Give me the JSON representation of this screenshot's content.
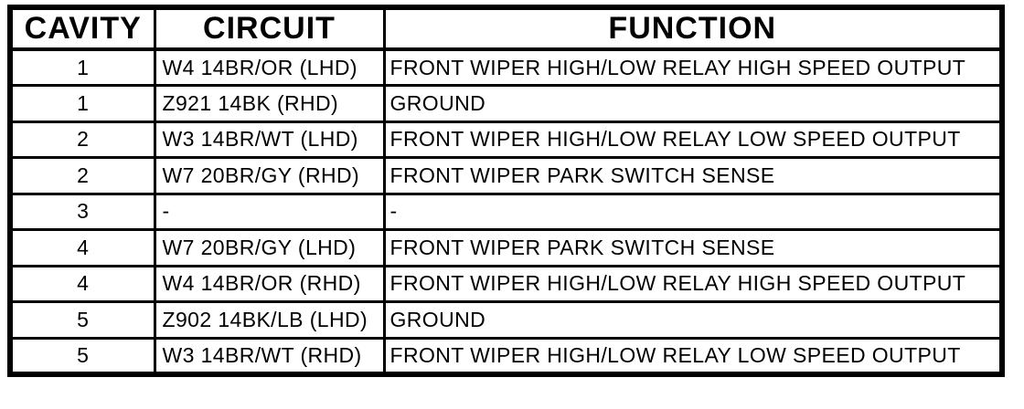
{
  "document": {
    "type_label": "connector-pinout-table"
  },
  "colors": {
    "background": "#ffffff",
    "border": "#000000",
    "text": "#000000"
  },
  "table": {
    "headers": {
      "cavity": "CAVITY",
      "circuit": "CIRCUIT",
      "function": "FUNCTION"
    },
    "rows": [
      {
        "cavity": "1",
        "circuit": "W4 14BR/OR (LHD)",
        "function": "FRONT WIPER HIGH/LOW RELAY HIGH SPEED OUTPUT"
      },
      {
        "cavity": "1",
        "circuit": "Z921 14BK (RHD)",
        "function": "GROUND"
      },
      {
        "cavity": "2",
        "circuit": "W3 14BR/WT (LHD)",
        "function": "FRONT WIPER HIGH/LOW RELAY LOW SPEED OUTPUT"
      },
      {
        "cavity": "2",
        "circuit": "W7 20BR/GY (RHD)",
        "function": "FRONT WIPER PARK SWITCH SENSE"
      },
      {
        "cavity": "3",
        "circuit": "-",
        "function": "-"
      },
      {
        "cavity": "4",
        "circuit": "W7 20BR/GY (LHD)",
        "function": "FRONT WIPER PARK SWITCH SENSE"
      },
      {
        "cavity": "4",
        "circuit": "W4 14BR/OR (RHD)",
        "function": "FRONT WIPER HIGH/LOW RELAY HIGH SPEED OUTPUT"
      },
      {
        "cavity": "5",
        "circuit": "Z902 14BK/LB (LHD)",
        "function": "GROUND"
      },
      {
        "cavity": "5",
        "circuit": "W3 14BR/WT (RHD)",
        "function": "FRONT WIPER HIGH/LOW RELAY LOW SPEED OUTPUT"
      }
    ]
  }
}
